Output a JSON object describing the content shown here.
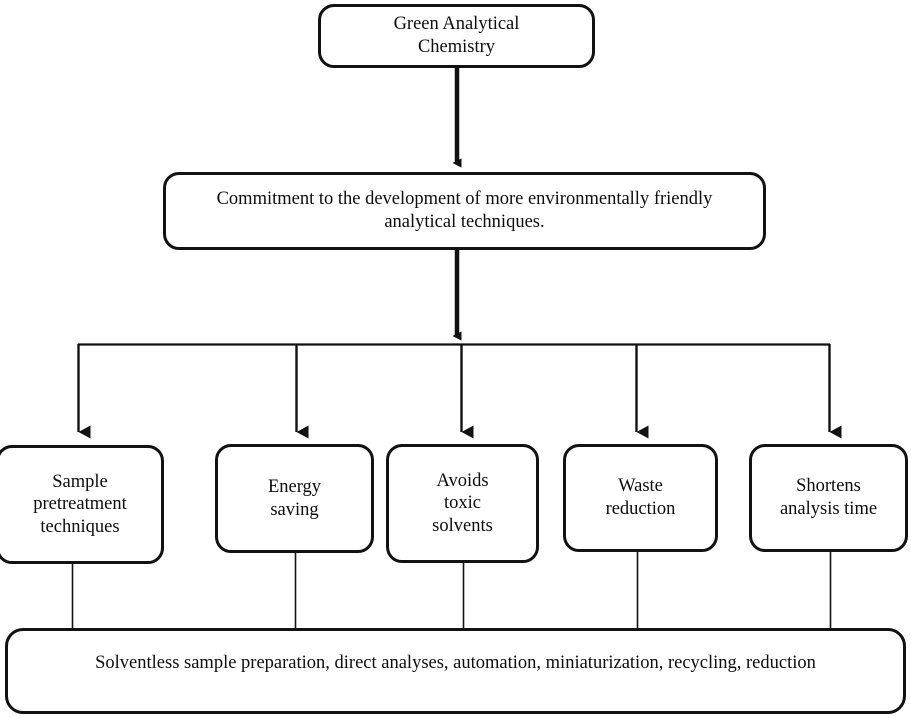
{
  "diagram": {
    "title": "Green Analytical Chemistry flowchart",
    "line_color": "#121212",
    "box_fill": "#ffffff",
    "text_color": "#0d0d0d",
    "root": {
      "label": "Green Analytical\nChemistry"
    },
    "commitment": {
      "label": "Commitment to the development of more environmentally friendly\nanalytical techniques."
    },
    "branches": [
      {
        "label": "Sample\npretreatment\ntechniques"
      },
      {
        "label": "Energy\nsaving"
      },
      {
        "label": "Avoids\ntoxic\nsolvents"
      },
      {
        "label": "Waste\nreduction"
      },
      {
        "label": "Shortens\nanalysis time"
      }
    ],
    "summary": {
      "label": "Solventless sample preparation, direct analyses, automation, miniaturization, recycling, reduction"
    }
  },
  "chart_data": {
    "type": "diagram",
    "subtype": "flowchart-tree",
    "title": "Green Analytical Chemistry",
    "levels": [
      {
        "level": 0,
        "nodes": [
          "Green Analytical Chemistry"
        ]
      },
      {
        "level": 1,
        "nodes": [
          "Commitment to the development of more environmentally friendly analytical techniques."
        ]
      },
      {
        "level": 2,
        "nodes": [
          "Sample pretreatment techniques",
          "Energy saving",
          "Avoids toxic solvents",
          "Waste reduction",
          "Shortens analysis time"
        ]
      },
      {
        "level": 3,
        "nodes": [
          "Solventless sample preparation, direct analyses, automation, miniaturization, recycling, reduction"
        ]
      }
    ],
    "edges": [
      {
        "from": "Green Analytical Chemistry",
        "to": "Commitment to the development of more environmentally friendly analytical techniques.",
        "style": "thick-arrow"
      },
      {
        "from": "Commitment to the development of more environmentally friendly analytical techniques.",
        "to": "branch-bus",
        "style": "thick-arrow"
      },
      {
        "from": "branch-bus",
        "to": "Sample pretreatment techniques",
        "style": "thin-arrow"
      },
      {
        "from": "branch-bus",
        "to": "Energy saving",
        "style": "thin-arrow"
      },
      {
        "from": "branch-bus",
        "to": "Avoids toxic solvents",
        "style": "thin-arrow"
      },
      {
        "from": "branch-bus",
        "to": "Waste reduction",
        "style": "thin-arrow"
      },
      {
        "from": "branch-bus",
        "to": "Shortens analysis time",
        "style": "thin-arrow"
      },
      {
        "from": "Sample pretreatment techniques",
        "to": "Solventless sample preparation, direct analyses, automation, miniaturization, recycling, reduction",
        "style": "thin-line"
      },
      {
        "from": "Energy saving",
        "to": "Solventless sample preparation, direct analyses, automation, miniaturization, recycling, reduction",
        "style": "thin-line"
      },
      {
        "from": "Avoids toxic solvents",
        "to": "Solventless sample preparation, direct analyses, automation, miniaturization, recycling, reduction",
        "style": "thin-line"
      },
      {
        "from": "Waste reduction",
        "to": "Solventless sample preparation, direct analyses, automation, miniaturization, recycling, reduction",
        "style": "thin-line"
      },
      {
        "from": "Shortens analysis time",
        "to": "Solventless sample preparation, direct analyses, automation, miniaturization, recycling, reduction",
        "style": "thin-line"
      }
    ]
  }
}
